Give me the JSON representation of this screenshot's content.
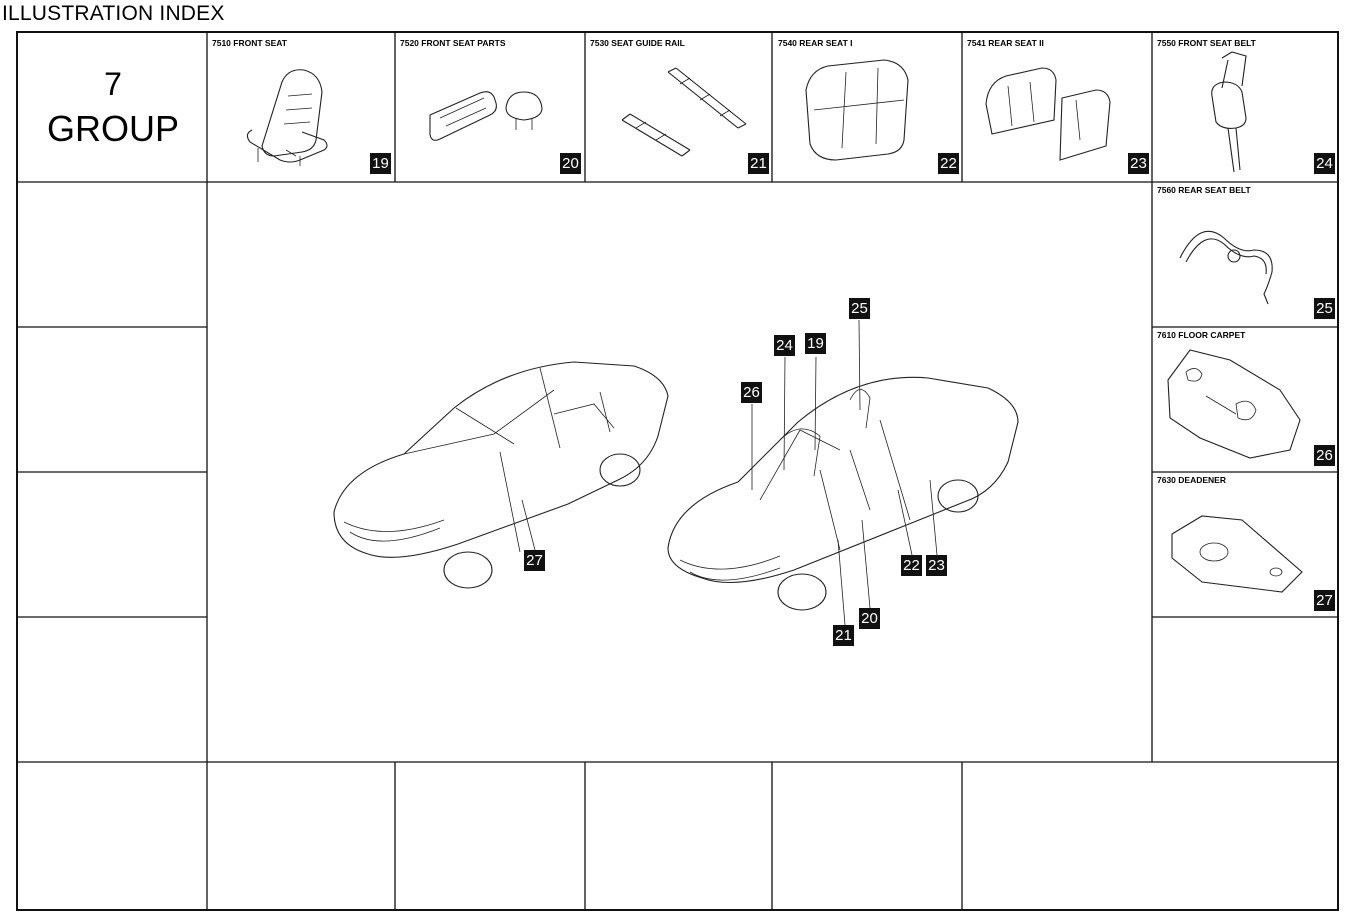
{
  "page": {
    "title": "ILLUSTRATION INDEX"
  },
  "group": {
    "number": "7",
    "label": "GROUP"
  },
  "cells": [
    {
      "code_label": "7510 FRONT SEAT",
      "page": "19"
    },
    {
      "code_label": "7520 FRONT SEAT PARTS",
      "page": "20"
    },
    {
      "code_label": "7530 SEAT GUIDE RAIL",
      "page": "21"
    },
    {
      "code_label": "7540 REAR SEAT I",
      "page": "22"
    },
    {
      "code_label": "7541 REAR SEAT II",
      "page": "23"
    },
    {
      "code_label": "7550 FRONT SEAT BELT",
      "page": "24"
    },
    {
      "code_label": "7560 REAR SEAT BELT",
      "page": "25"
    },
    {
      "code_label": "7610 FLOOR CARPET",
      "page": "26"
    },
    {
      "code_label": "7630 DEADENER",
      "page": "27"
    }
  ],
  "callouts": [
    "27",
    "25",
    "24",
    "19",
    "26",
    "22",
    "23",
    "20",
    "21"
  ]
}
